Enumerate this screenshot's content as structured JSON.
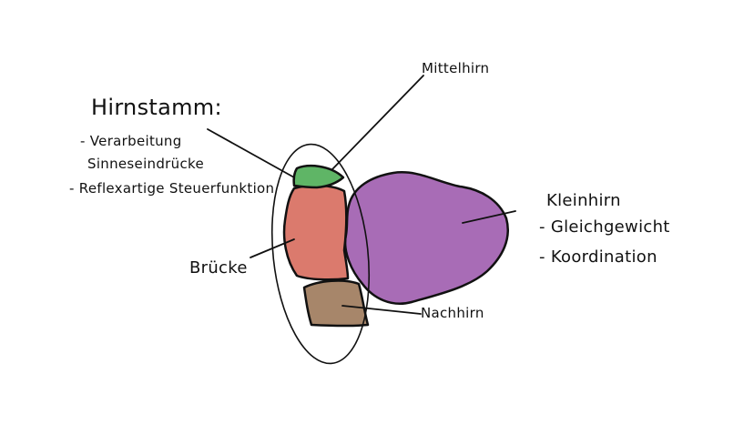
{
  "colors": {
    "midbrain": "#5fb566",
    "pons": "#db7a6d",
    "medulla": "#a7866a",
    "cerebellum": "#a86cb6",
    "outline": "#111111",
    "background": "#ffffff"
  },
  "labels": {
    "hirnstamm_title": "Hirnstamm:",
    "hirnstamm_item1_line1": "- Verarbeitung",
    "hirnstamm_item1_line2": "Sinneseindrücke",
    "hirnstamm_item2": "- Reflexartige Steuerfunktion",
    "mittelhirn": "Mittelhirn",
    "bruecke": "Brücke",
    "kleinhirn": "Kleinhirn",
    "kleinhirn_item1": "- Gleichgewicht",
    "kleinhirn_item2": "- Koordination",
    "nachhirn": "Nachhirn"
  }
}
